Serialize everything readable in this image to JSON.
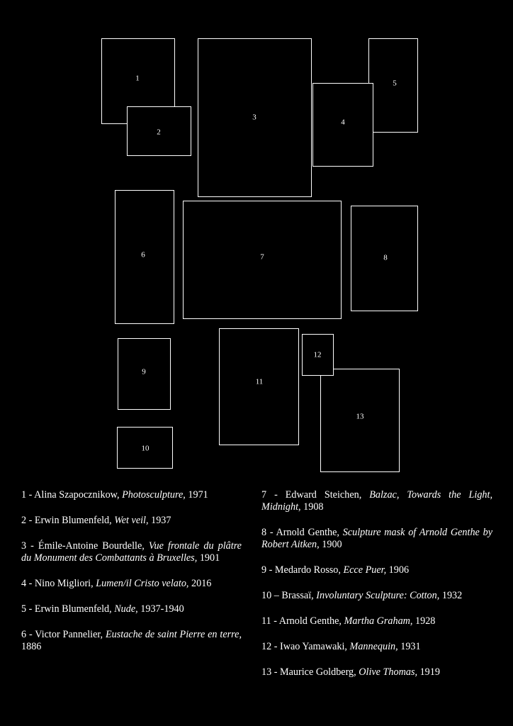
{
  "colors": {
    "background": "#000000",
    "foreground": "#ffffff"
  },
  "frames": [
    {
      "number": "1"
    },
    {
      "number": "2"
    },
    {
      "number": "3"
    },
    {
      "number": "4"
    },
    {
      "number": "5"
    },
    {
      "number": "6"
    },
    {
      "number": "7"
    },
    {
      "number": "8"
    },
    {
      "number": "9"
    },
    {
      "number": "10"
    },
    {
      "number": "11"
    },
    {
      "number": "12"
    },
    {
      "number": "13"
    }
  ],
  "captions": [
    {
      "prefix": "1 - Alina Szapocznikow, ",
      "title": "Photosculpture",
      "suffix": ", 1971"
    },
    {
      "prefix": "2 - Erwin Blumenfeld, ",
      "title": "Wet veil",
      "suffix": ", 1937"
    },
    {
      "prefix": "3 - Émile-Antoine Bourdelle, ",
      "title": "Vue frontale du plâtre du Monument des Combattants à Bruxelles,",
      "suffix": " 1901"
    },
    {
      "prefix": "4 - Nino Migliori, ",
      "title": "Lumen/il Cristo velato",
      "suffix": ", 2016"
    },
    {
      "prefix": "5 - Erwin Blumenfeld, ",
      "title": "Nude",
      "suffix": ", 1937-1940"
    },
    {
      "prefix": "6 - Victor Pannelier, ",
      "title": "Eustache de saint Pierre en terre,",
      "suffix": " 1886"
    },
    {
      "prefix": "7 - Edward Steichen, ",
      "title": "Balzac, Towards the Light, Midnight",
      "suffix": ", 1908"
    },
    {
      "prefix": "8 - Arnold Genthe, ",
      "title": "Sculpture mask of Arnold Genthe by Robert Aitken",
      "suffix": ", 1900"
    },
    {
      "prefix": "9 - Medardo Rosso, ",
      "title": "Ecce Puer,",
      "suffix": " 1906"
    },
    {
      "prefix": "10 – Brassaï, ",
      "title": "Involuntary Sculpture: Cotton,",
      "suffix": " 1932"
    },
    {
      "prefix": "11 - Arnold Genthe, ",
      "title": "Martha Graham,",
      "suffix": " 1928"
    },
    {
      "prefix": "12 - Iwao Yamawaki, ",
      "title": "Mannequin,",
      "suffix": " 1931"
    },
    {
      "prefix": "13 - Maurice Goldberg, ",
      "title": "Olive Thomas,",
      "suffix": " 1919"
    }
  ]
}
